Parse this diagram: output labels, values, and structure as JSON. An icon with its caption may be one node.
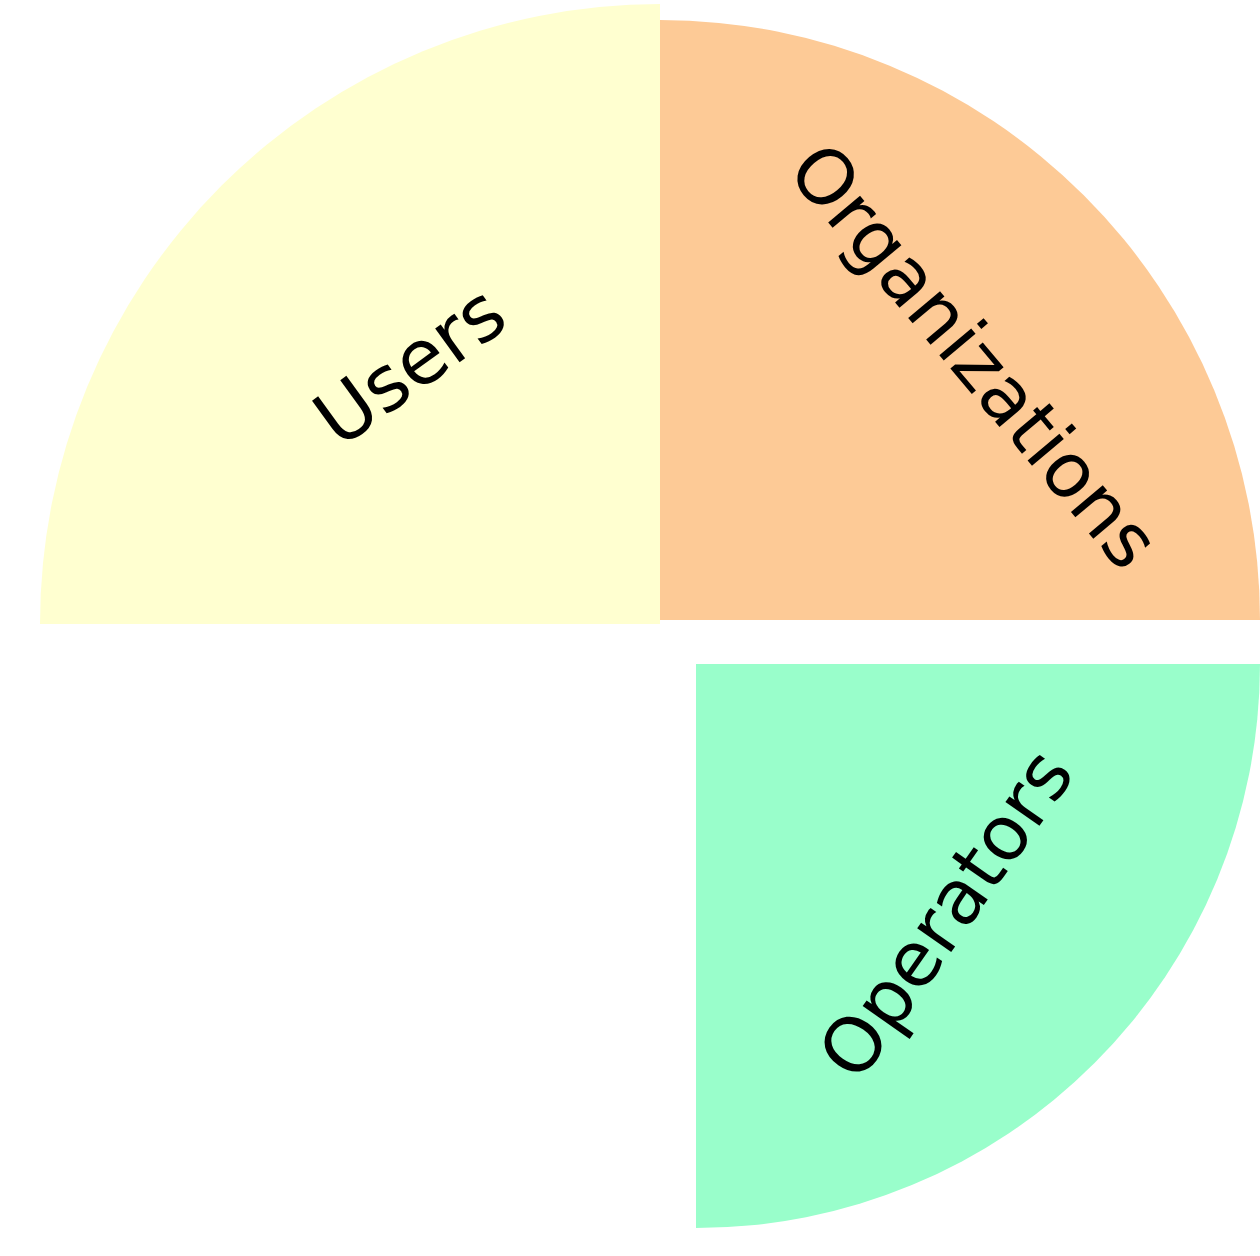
{
  "diagram": {
    "nodes": [
      {
        "text": [
          "Users"
        ]
      },
      {
        "text": [
          "Organizations"
        ]
      },
      {
        "text": [
          "Operators"
        ]
      }
    ]
  }
}
